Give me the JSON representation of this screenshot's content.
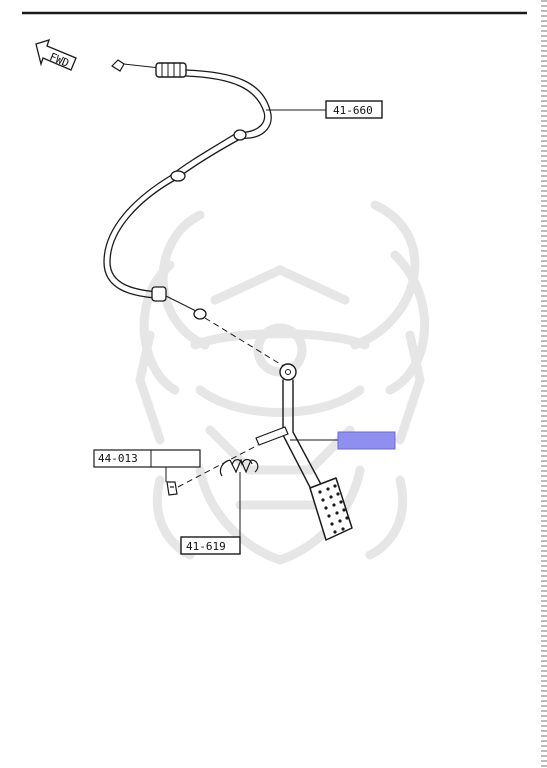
{
  "orientation": {
    "label": "FWD",
    "icon": "forward-arrow-icon"
  },
  "callouts": [
    {
      "id": "accelerator-cable",
      "label": "41-660"
    },
    {
      "id": "clip",
      "label": "44-013"
    },
    {
      "id": "return-spring",
      "label": "41-619"
    },
    {
      "id": "accelerator-pedal",
      "label": ""
    }
  ],
  "colors": {
    "line": "#1a1a1a",
    "watermark": "#e6e6e6",
    "highlight": "#8f8ff0"
  },
  "watermark": {
    "icon": "samurai-helmet-watermark-icon"
  }
}
